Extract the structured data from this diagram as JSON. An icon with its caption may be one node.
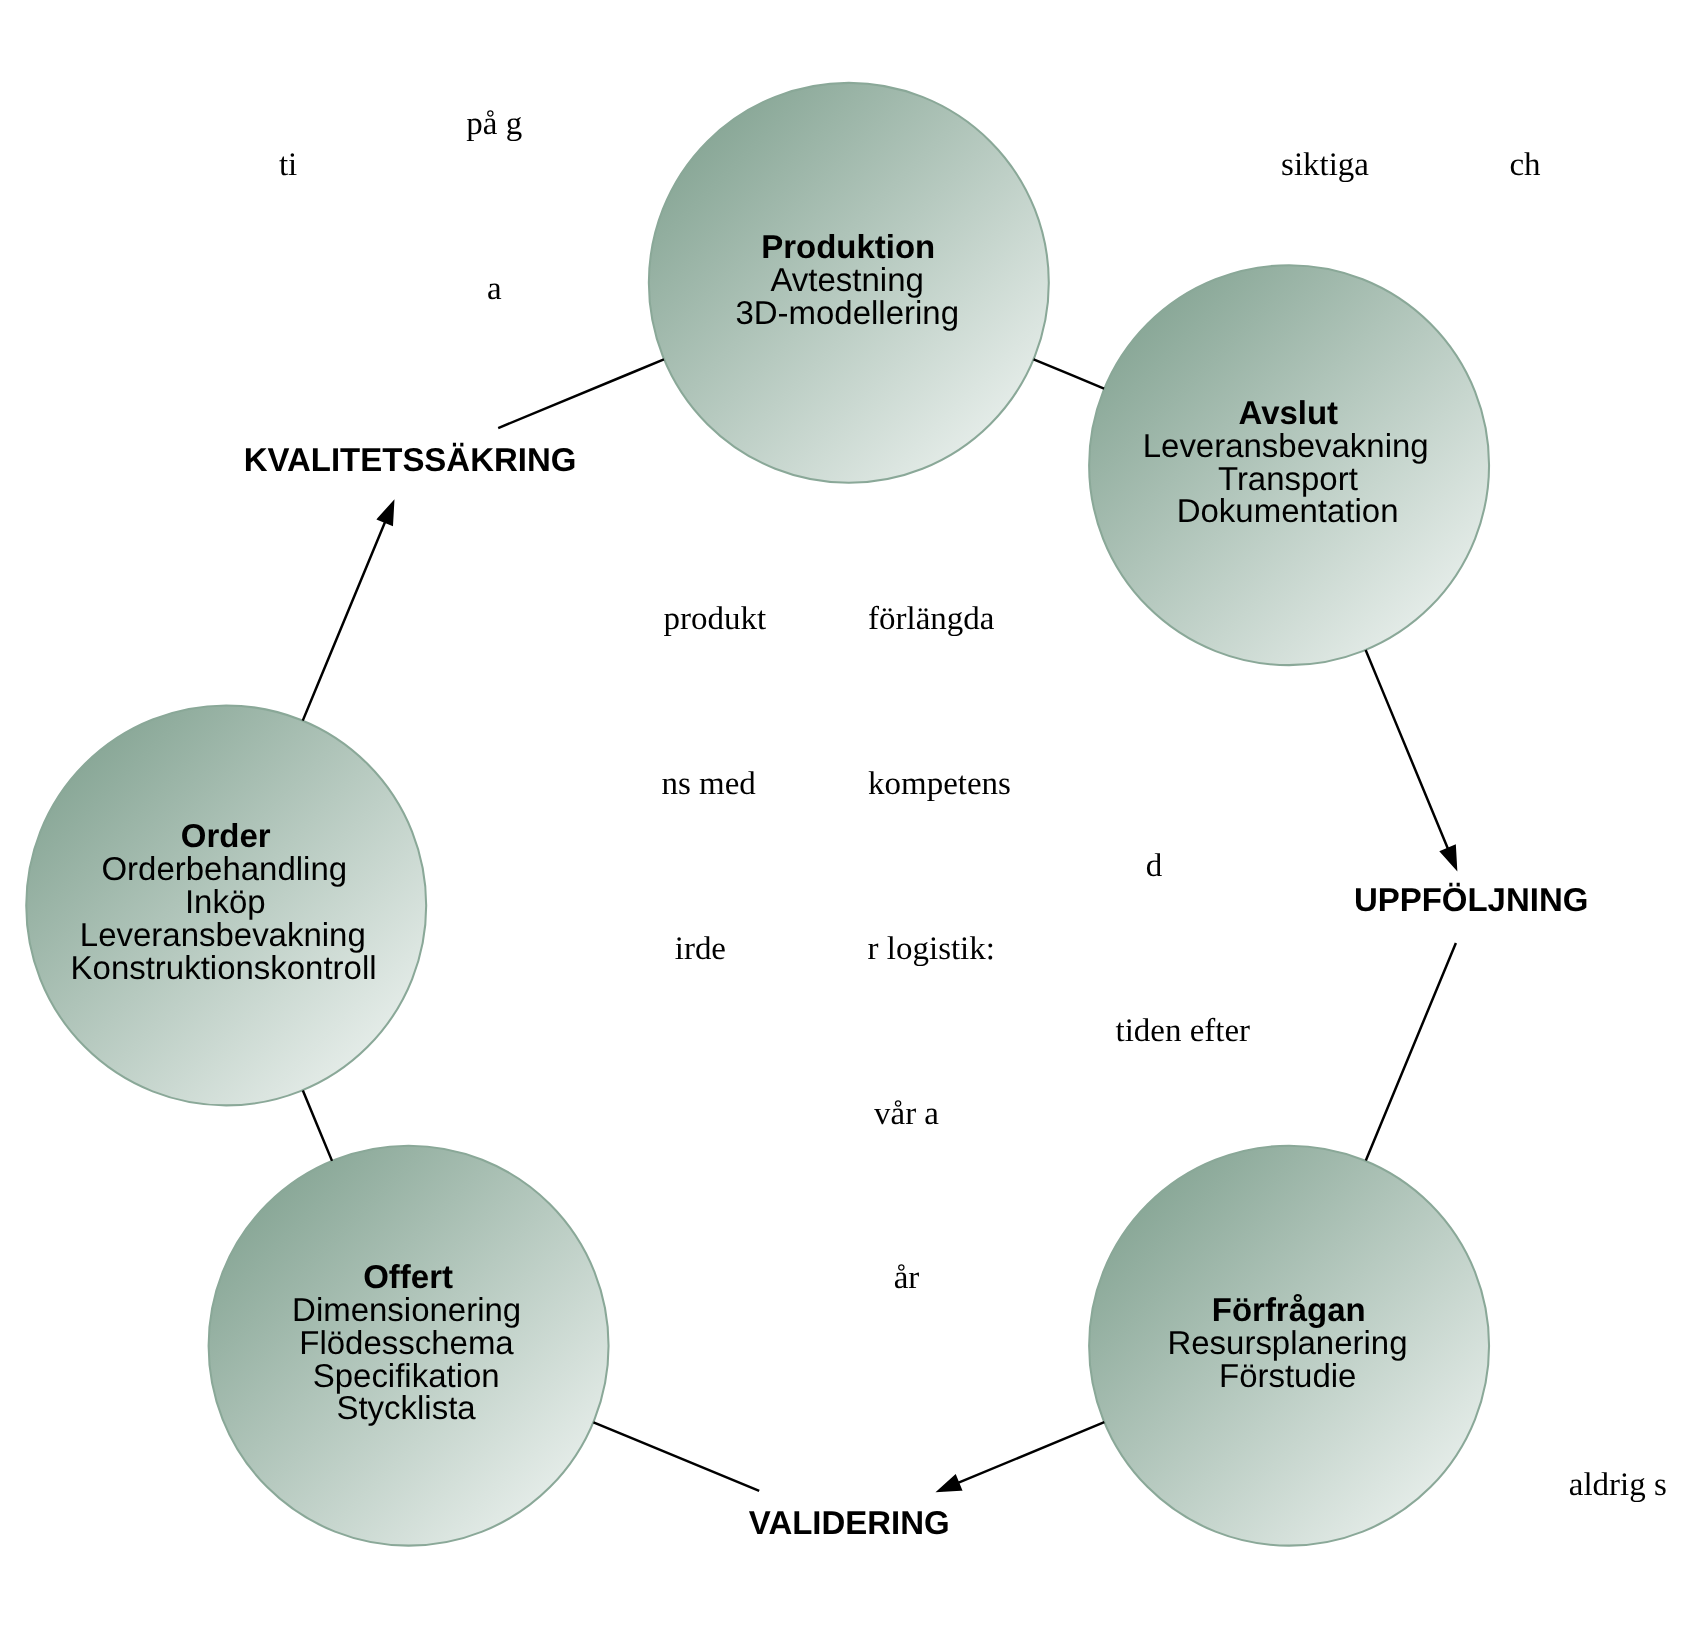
{
  "diagram": {
    "nodes": [
      {
        "text": [
          "Förfrågan",
          "Resursplanering",
          "Förstudie"
        ]
      },
      {
        "text": [
          "VALIDERING"
        ]
      },
      {
        "text": [
          "Offert",
          "Dimensionering",
          "Flödesschema",
          "Specifikation",
          "Stycklista"
        ]
      },
      {
        "text": [
          "Order",
          "Orderbehandling",
          "Inköp",
          "Leveransbevakning",
          "Konstruktionskontroll"
        ]
      },
      {
        "text": [
          "KVALITETSSÄKRING"
        ]
      },
      {
        "text": [
          "Produktion",
          "Avtestning",
          "3D-modellering"
        ]
      },
      {
        "text": [
          "Avslut",
          "Leveransbevakning",
          "Transport",
          "Dokumentation"
        ]
      },
      {
        "text": [
          "UPPFÖLJNING"
        ]
      }
    ],
    "edges": [
      {
        "from": 0,
        "to": 1,
        "arrow": "to"
      },
      {
        "from": 1,
        "to": 2,
        "arrow": "none"
      },
      {
        "from": 2,
        "to": 3,
        "arrow": "none"
      },
      {
        "from": 3,
        "to": 4,
        "arrow": "to"
      },
      {
        "from": 4,
        "to": 5,
        "arrow": "none"
      },
      {
        "from": 5,
        "to": 6,
        "arrow": "none"
      },
      {
        "from": 6,
        "to": 7,
        "arrow": "to"
      },
      {
        "from": 7,
        "to": 0,
        "arrow": "none"
      }
    ],
    "labels": [
      "r logistik:",
      "förlängda",
      "ns med",
      "irde",
      "d",
      "kompetens",
      "produkt",
      "vår a",
      "år",
      "a",
      "ch",
      "siktiga",
      "ti",
      "på g",
      "aldrig s",
      "tiden efter"
    ]
  }
}
